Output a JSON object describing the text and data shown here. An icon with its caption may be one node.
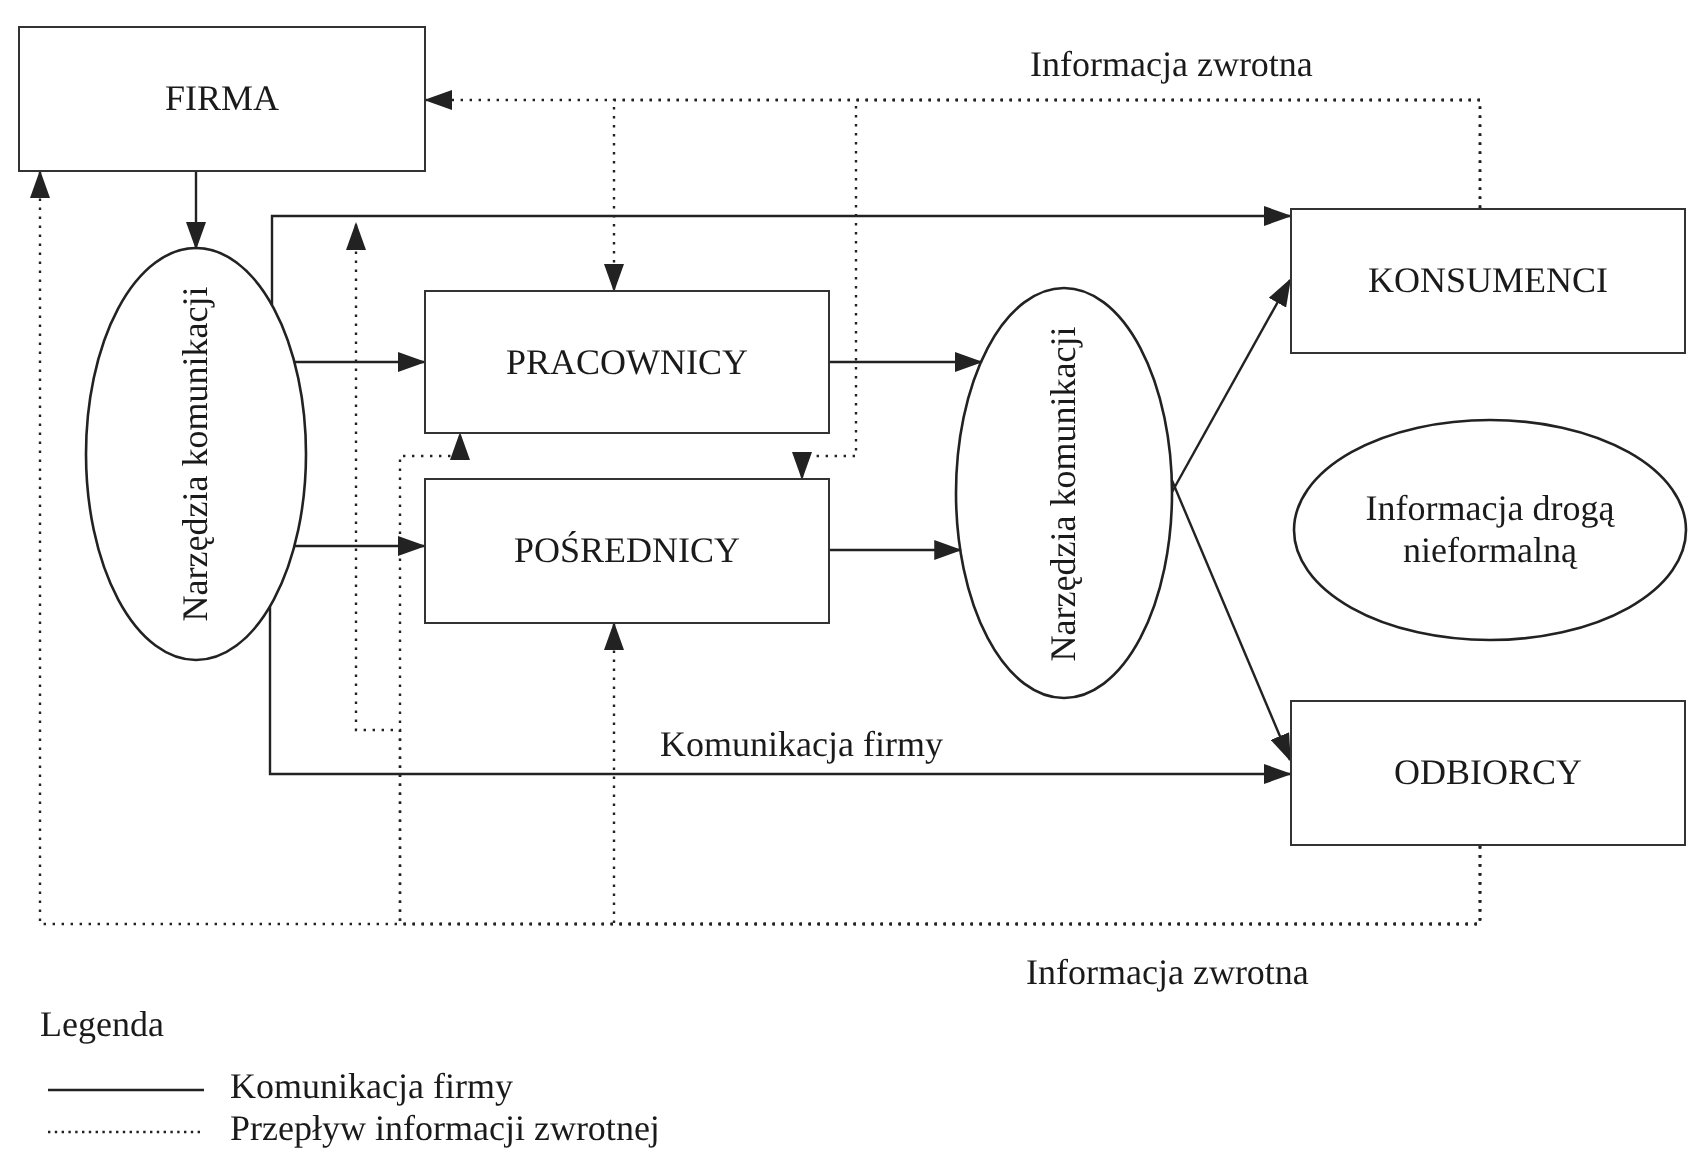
{
  "diagram": {
    "nodes": [
      {
        "text": [
          "FIRMA"
        ]
      },
      {
        "text": [
          "Narzędzia komunikacji"
        ]
      },
      {
        "text": [
          "PRACOWNICY"
        ]
      },
      {
        "text": [
          "POŚREDNICY"
        ]
      },
      {
        "text": [
          "Narzędzia komunikacji"
        ]
      },
      {
        "text": [
          "KONSUMENCI"
        ]
      },
      {
        "text": [
          "Informacja drogą nieformalną"
        ]
      },
      {
        "text": [
          "ODBIORCY"
        ]
      }
    ],
    "edges": [
      {
        "from": 0,
        "to": 1,
        "arrow": "to"
      },
      {
        "from": 1,
        "to": 5,
        "arrow": "to"
      },
      {
        "from": 1,
        "to": 2,
        "arrow": "to"
      },
      {
        "from": 1,
        "to": 3,
        "arrow": "to"
      },
      {
        "from": 1,
        "to": 7,
        "arrow": "to",
        "label": "Komunikacja firmy"
      },
      {
        "from": 2,
        "to": 4,
        "arrow": "to"
      },
      {
        "from": 3,
        "to": 4,
        "arrow": "to"
      },
      {
        "from": 4,
        "to": 5,
        "arrow": "to"
      },
      {
        "from": 4,
        "to": 7,
        "arrow": "to"
      },
      {
        "from": 5,
        "to": 0,
        "arrow": "to",
        "style": "dashed",
        "label": "Informacja zwrotna"
      },
      {
        "from": 5,
        "to": 2,
        "arrow": "to",
        "style": "dashed"
      },
      {
        "from": 5,
        "to": 3,
        "arrow": "to",
        "style": "dashed"
      },
      {
        "from": 7,
        "to": 0,
        "arrow": "to",
        "style": "dashed",
        "label": "Informacja zwrotna"
      },
      {
        "from": 7,
        "to": 2,
        "arrow": "to",
        "style": "dashed"
      },
      {
        "from": 7,
        "to": 3,
        "arrow": "to",
        "style": "dashed"
      },
      {
        "from": 7,
        "to": null,
        "arrow": "to",
        "style": "dashed"
      }
    ],
    "labels": [
      "Legenda"
    ],
    "legend": [
      {
        "text": "Komunikacja firmy"
      },
      {
        "text": "Przepływ informacji zwrotnej"
      }
    ]
  }
}
